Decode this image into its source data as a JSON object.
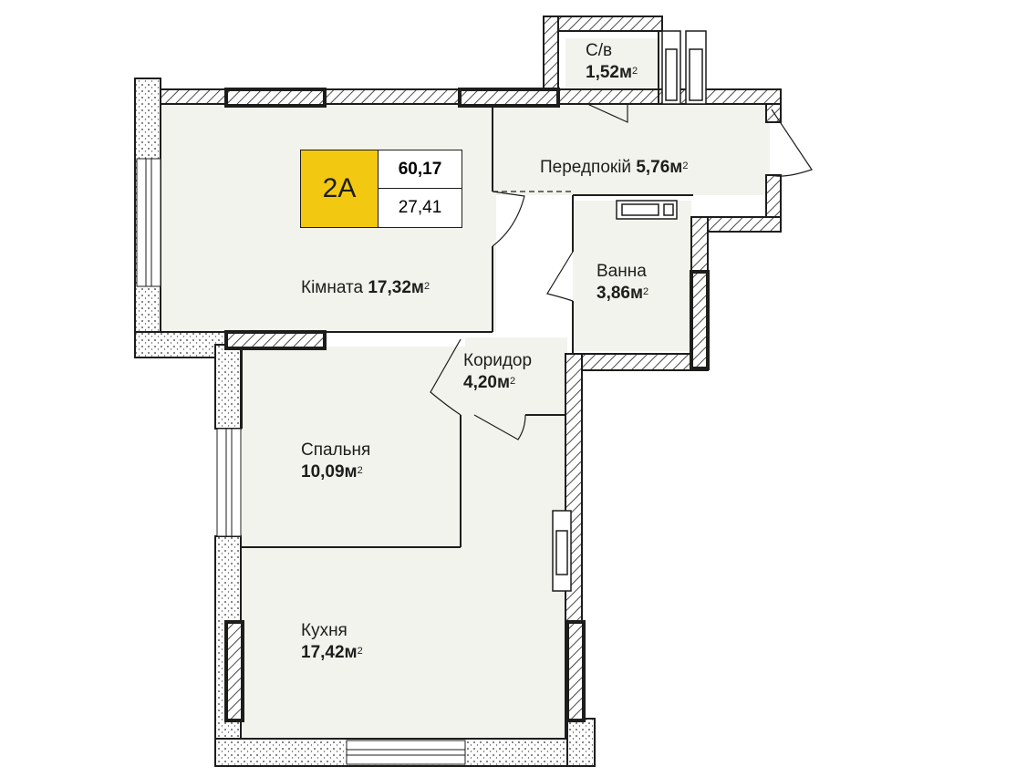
{
  "apartment": {
    "code": "2A",
    "total_area": "60,17",
    "living_area": "27,41"
  },
  "rooms": {
    "wc": {
      "name": "С/в",
      "area": "1,52м"
    },
    "hall": {
      "name": "Передпокій",
      "area": "5,76м"
    },
    "room": {
      "name": "Кімната",
      "area": "17,32м"
    },
    "bath": {
      "name": "Ванна",
      "area": "3,86м"
    },
    "corridor": {
      "name": "Коридор",
      "area": "4,20м"
    },
    "bedroom": {
      "name": "Спальня",
      "area": "10,09м"
    },
    "kitchen": {
      "name": "Кухня",
      "area": "17,42м"
    }
  },
  "superscript": "2",
  "colors": {
    "floor": "#f3f3ee",
    "wall": "#1d1d1b",
    "badge_accent": "#f2c811"
  }
}
